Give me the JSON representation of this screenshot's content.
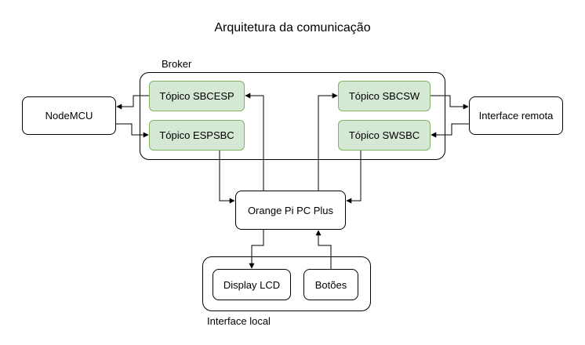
{
  "title": "Arquitetura da comunicação",
  "broker": {
    "label": "Broker",
    "topics": {
      "sbcesp": "Tópico SBCESP",
      "espsbc": "Tópico ESPSBC",
      "sbcsw": "Tópico SBCSW",
      "swsbc": "Tópico SWSBC"
    }
  },
  "nodemcu": "NodeMCU",
  "remote_interface": "Interface remota",
  "orange_pi": "Orange Pi PC Plus",
  "local_interface": {
    "label": "Interface local",
    "display": "Display LCD",
    "buttons": "Botões"
  },
  "colors": {
    "topic_fill": "#d5e8d4",
    "topic_stroke": "#82b366",
    "line": "#000000"
  }
}
